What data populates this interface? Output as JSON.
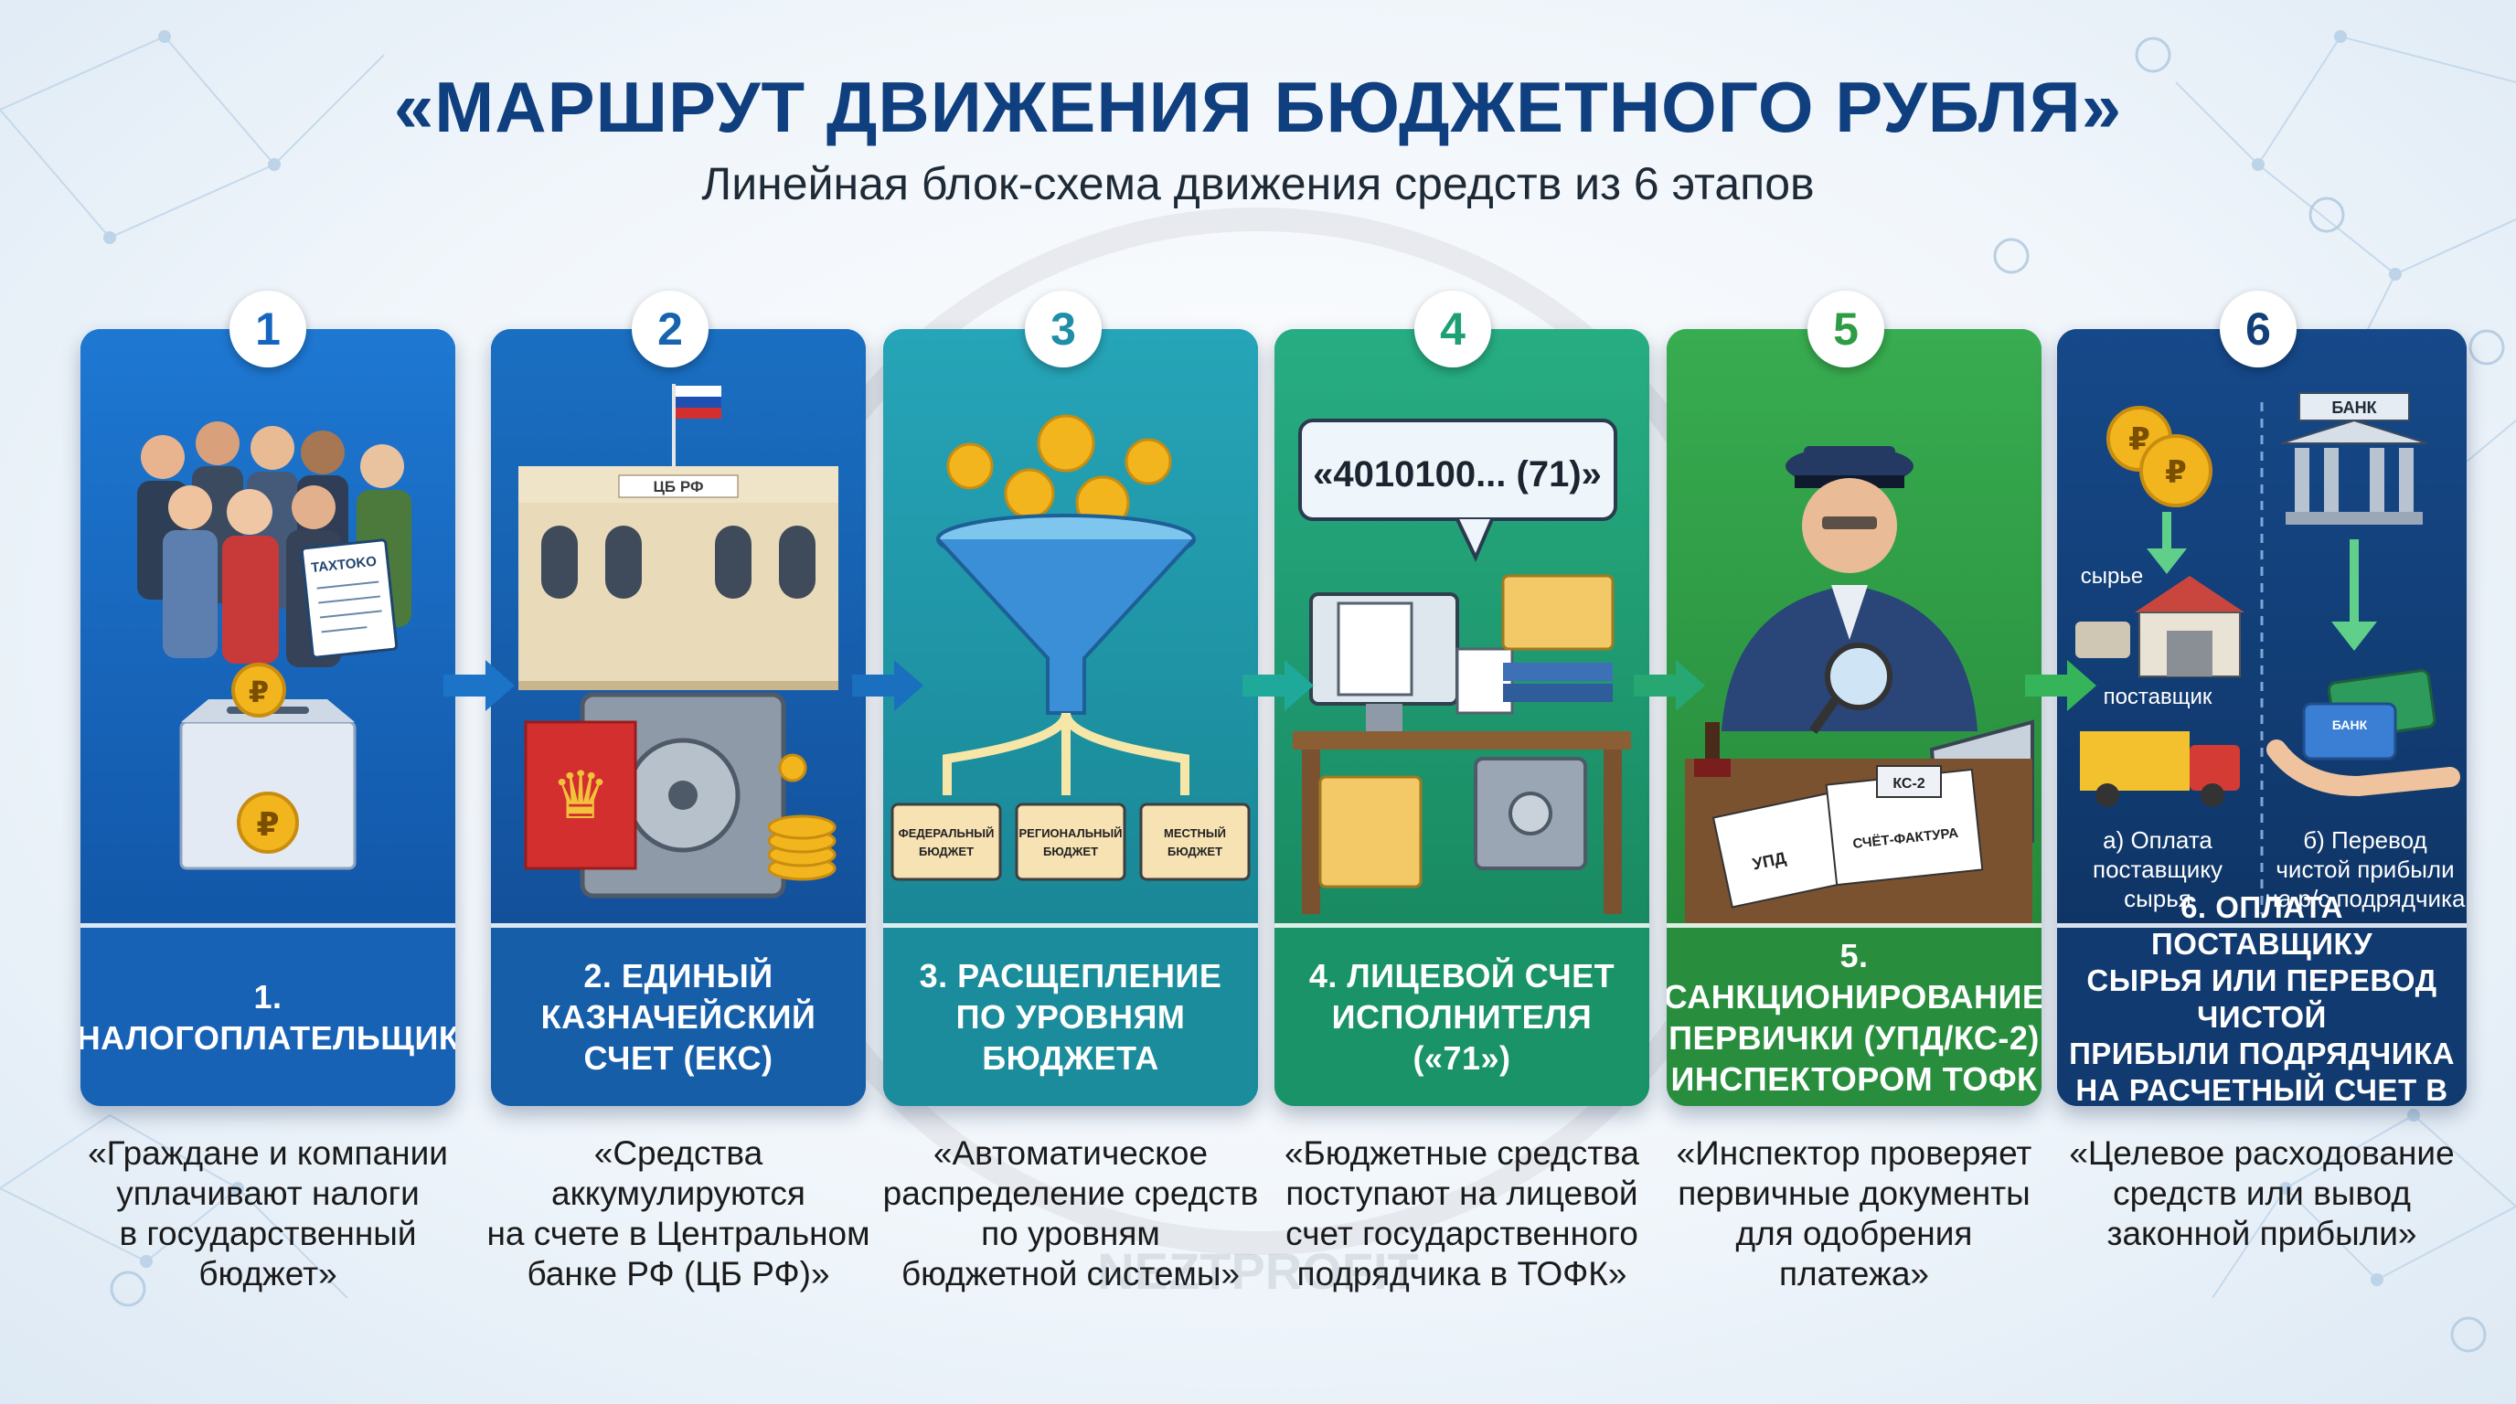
{
  "title": "«МАРШРУТ ДВИЖЕНИЯ БЮДЖЕТНОГО РУБЛЯ»",
  "subtitle": "Линейная блок-схема движения средств из 6 этапов",
  "stages": [
    {
      "number": "1",
      "label_lines": [
        "1. НАЛОГОПЛАТЕЛЬЩИК"
      ],
      "desc_lines": [
        "«Граждане и компании",
        "уплачивают налоги",
        "в государственный",
        "бюджет»"
      ],
      "art": {
        "form_label": "TAXTOKO"
      }
    },
    {
      "number": "2",
      "label_lines": [
        "2. ЕДИНЫЙ",
        "КАЗНАЧЕЙСКИЙ",
        "СЧЕТ (ЕКС)"
      ],
      "desc_lines": [
        "«Средства",
        "аккумулируются",
        "на счете в Центральном",
        "банке РФ (ЦБ РФ)»"
      ],
      "art": {
        "bank_sign": "ЦБ РФ"
      }
    },
    {
      "number": "3",
      "label_lines": [
        "3. РАСЩЕПЛЕНИЕ",
        "ПО УРОВНЯМ",
        "БЮДЖЕТА"
      ],
      "desc_lines": [
        "«Автоматическое",
        "распределение средств",
        "по уровням",
        "бюджетной системы»"
      ],
      "art": {
        "folders": [
          [
            "ФЕДЕРАЛЬНЫЙ",
            "БЮДЖЕТ"
          ],
          [
            "РЕГИОНАЛЬНЫЙ",
            "БЮДЖЕТ"
          ],
          [
            "МЕСТНЫЙ",
            "БЮДЖЕТ"
          ]
        ]
      }
    },
    {
      "number": "4",
      "label_lines": [
        "4. ЛИЦЕВОЙ СЧЕТ",
        "ИСПОЛНИТЕЛЯ",
        "(«71»)"
      ],
      "desc_lines": [
        "«Бюджетные средства",
        "поступают на лицевой",
        "счет государственного",
        "подрядчика в ТОФК»"
      ],
      "art": {
        "account_code": "«4010100... (71)»"
      }
    },
    {
      "number": "5",
      "label_lines": [
        "5. САНКЦИОНИРОВАНИЕ",
        "ПЕРВИЧКИ (УПД/КС-2)",
        "ИНСПЕКТОРОМ ТОФК"
      ],
      "desc_lines": [
        "«Инспектор проверяет",
        "первичные документы",
        "для одобрения",
        "платежа»"
      ],
      "art": {
        "doc_upd": "УПД",
        "doc_invoice": "СЧЁТ-ФАКТУРА",
        "doc_ks": "КС-2"
      }
    },
    {
      "number": "6",
      "label_lines": [
        "6. ОПЛАТА ПОСТАВЩИКУ",
        "СЫРЬЯ ИЛИ ПЕРЕВОД ЧИСТОЙ",
        "ПРИБЫЛИ ПОДРЯДЧИКА",
        "НА РАСЧЕТНЫЙ СЧЕТ В БАНК"
      ],
      "desc_lines": [
        "«Целевое расходование",
        "средств или вывод",
        "законной прибыли»"
      ],
      "art": {
        "raw_label": "сырье",
        "supplier_label": "поставщик",
        "bank_sign": "БАНК",
        "card_label": "БАНК",
        "option_a": [
          "а) Оплата",
          "поставщику",
          "сырья"
        ],
        "option_b": [
          "б) Перевод",
          "чистой прибыли",
          "на р/с подрядчика"
        ]
      }
    }
  ],
  "watermark": "NEZTPROFIT",
  "colors": {
    "title": "#0f3f7e",
    "stage_1": "#1565c0",
    "stage_2": "#1564ad",
    "stage_3": "#1f9aa7",
    "stage_4": "#1f9f74",
    "stage_5": "#2e9c45",
    "stage_6": "#123f78",
    "arrow_blue": "#1b74c8",
    "arrow_teal": "#1ea99a",
    "arrow_green": "#36b45a",
    "coin": "#f2b51d"
  }
}
